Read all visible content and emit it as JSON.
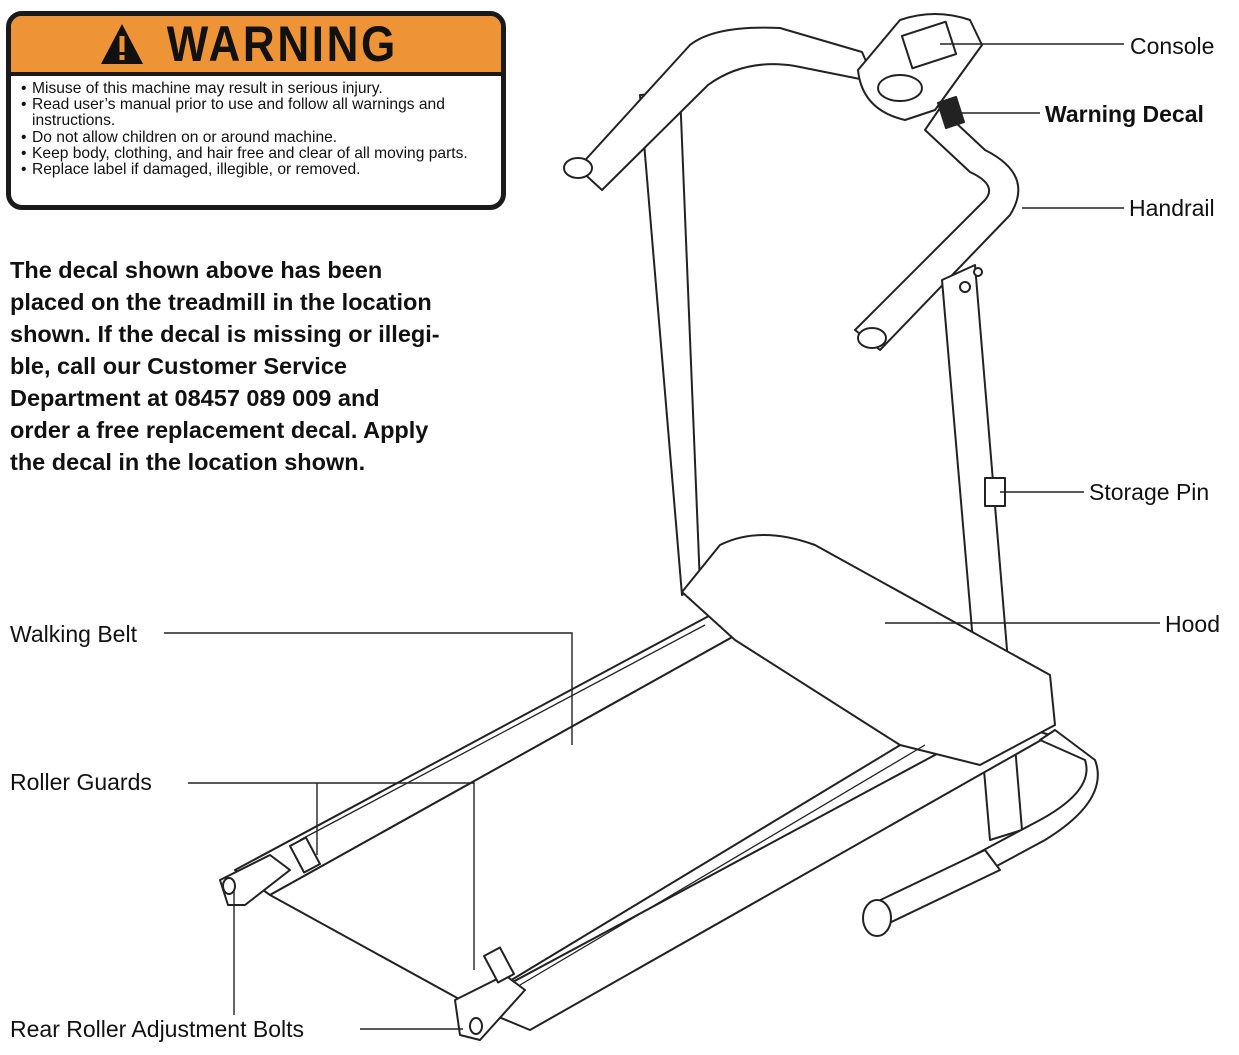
{
  "warning_decal": {
    "title": "WARNING",
    "items": [
      "Misuse of this machine may result in serious injury.",
      "Read user’s manual prior to use and follow all warnings and instructions.",
      "Do not allow children on or around machine.",
      "Keep body, clothing, and hair free and clear of all moving parts.",
      "Replace label if damaged, illegible, or removed."
    ],
    "banner_color": "#ee9437"
  },
  "note": {
    "lines": [
      "The decal shown above has been",
      "placed on the treadmill in the location",
      "shown. If the decal is missing or illegi-",
      "ble, call our Customer Service",
      "Department at 08457 089 009 and",
      "order a free replacement decal. Apply",
      "the decal in the location shown."
    ]
  },
  "callouts": {
    "console": "Console",
    "warning_decal": "Warning Decal",
    "handrail": "Handrail",
    "storage_pin": "Storage Pin",
    "hood": "Hood",
    "walking_belt": "Walking Belt",
    "roller_guards": "Roller Guards",
    "rear_roller_adjustment_bolts": "Rear Roller Adjustment Bolts"
  }
}
